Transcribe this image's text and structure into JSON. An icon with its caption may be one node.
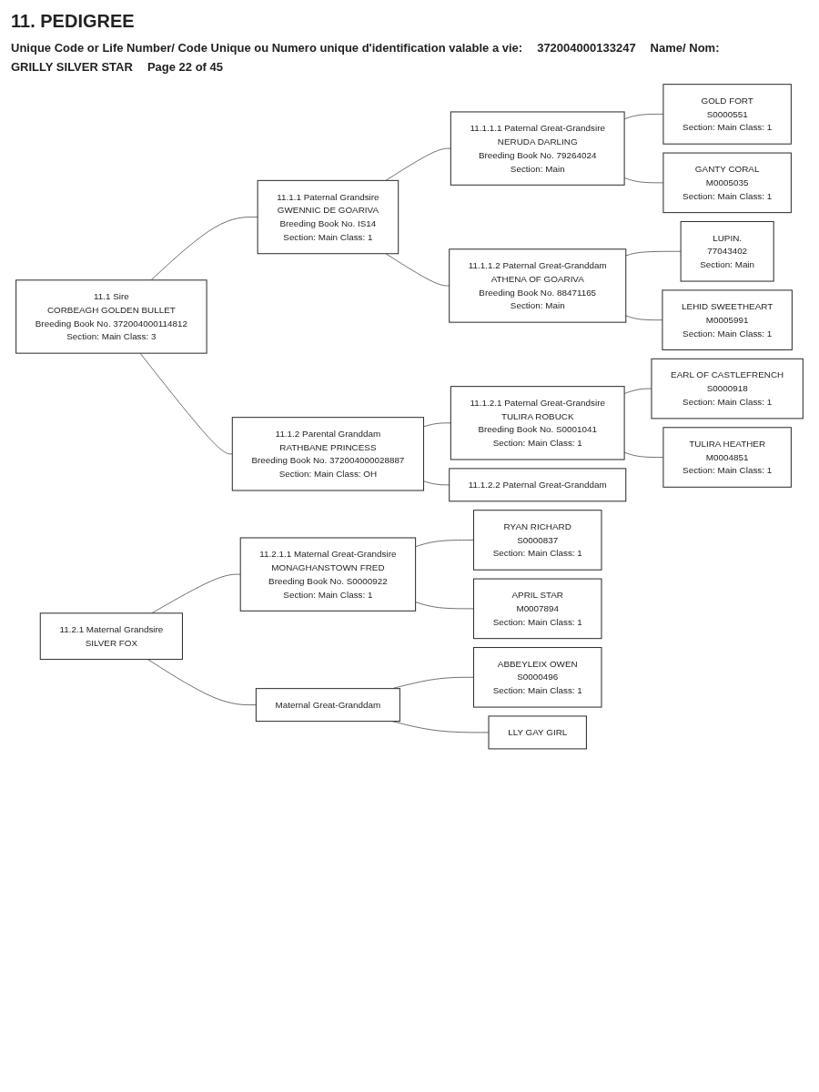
{
  "diagram": {
    "title": "11. PEDIGREE",
    "nodes": [
      {
        "text": [
          "11.1 Sire",
          "CORBEAGH GOLDEN BULLET",
          "Breeding Book No. 372004000114812",
          "Section: Main Class: 3"
        ]
      },
      {
        "text": [
          "11.1.1 Paternal Grandsire",
          "GWENNIC DE GOARIVA",
          "Breeding Book No. IS14",
          "Section: Main Class: 1"
        ]
      },
      {
        "text": [
          "11.1.2 Parental Granddam",
          "RATHBANE PRINCESS",
          "Breeding Book No. 372004000028887",
          "Section: Main Class: OH"
        ]
      },
      {
        "text": [
          "11.1.1.1 Paternal Great-Grandsire",
          "NERUDA DARLING",
          "Breeding Book No. 79264024",
          "Section: Main"
        ]
      },
      {
        "text": [
          "11.1.1.2 Paternal Great-Granddam",
          "ATHENA OF GOARIVA",
          "Breeding Book No. 88471165",
          "Section: Main"
        ]
      },
      {
        "text": [
          "11.1.2.1 Paternal Great-Grandsire",
          "TULIRA ROBUCK",
          "Breeding Book No. S0001041",
          "Section: Main Class: 1"
        ]
      },
      {
        "text": [
          "11.1.2.2 Paternal Great-Granddam"
        ]
      },
      {
        "text": [
          "GOLD FORT",
          "S0000551",
          "Section: Main Class: 1"
        ]
      },
      {
        "text": [
          "GANTY CORAL",
          "M0005035",
          "Section: Main Class: 1"
        ]
      },
      {
        "text": [
          "LUPIN.",
          "77043402",
          "Section: Main"
        ]
      },
      {
        "text": [
          "LEHID SWEETHEART",
          "M0005991",
          "Section: Main Class: 1"
        ]
      },
      {
        "text": [
          "EARL OF CASTLEFRENCH",
          "S0000918",
          "Section: Main Class: 1"
        ]
      },
      {
        "text": [
          "TULIRA HEATHER",
          "M0004851",
          "Section: Main Class: 1"
        ]
      },
      {
        "text": [
          "11.2.1 Maternal Grandsire",
          "SILVER FOX"
        ]
      },
      {
        "text": [
          "11.2.1.1 Maternal Great-Grandsire",
          "MONAGHANSTOWN FRED",
          "Breeding Book No. S0000922",
          "Section: Main Class: 1"
        ]
      },
      {
        "text": [
          "Maternal Great-Granddam"
        ]
      },
      {
        "text": [
          "RYAN RICHARD",
          "S0000837",
          "Section: Main Class: 1"
        ]
      },
      {
        "text": [
          "APRIL STAR",
          "M0007894",
          "Section: Main Class: 1"
        ]
      },
      {
        "text": [
          "ABBEYLEIX OWEN",
          "S0000496",
          "Section: Main Class: 1"
        ]
      },
      {
        "text": [
          "LLY GAY GIRL"
        ]
      }
    ],
    "edges": [
      {
        "from": 0,
        "to": 1,
        "arrow": "none"
      },
      {
        "from": 0,
        "to": 2,
        "arrow": "none"
      },
      {
        "from": 1,
        "to": 3,
        "arrow": "none"
      },
      {
        "from": 1,
        "to": 4,
        "arrow": "none"
      },
      {
        "from": 2,
        "to": 5,
        "arrow": "none"
      },
      {
        "from": 2,
        "to": 6,
        "arrow": "none"
      },
      {
        "from": 3,
        "to": 7,
        "arrow": "none"
      },
      {
        "from": 3,
        "to": 8,
        "arrow": "none"
      },
      {
        "from": 4,
        "to": 9,
        "arrow": "none"
      },
      {
        "from": 4,
        "to": 10,
        "arrow": "none"
      },
      {
        "from": 5,
        "to": 11,
        "arrow": "none"
      },
      {
        "from": 5,
        "to": 12,
        "arrow": "none"
      },
      {
        "from": 13,
        "to": 14,
        "arrow": "none"
      },
      {
        "from": 13,
        "to": 15,
        "arrow": "none"
      },
      {
        "from": 14,
        "to": 16,
        "arrow": "none"
      },
      {
        "from": 14,
        "to": 17,
        "arrow": "none"
      },
      {
        "from": 15,
        "to": 18,
        "arrow": "none"
      },
      {
        "from": 15,
        "to": 19,
        "arrow": "none"
      }
    ],
    "labels": [
      "Unique Code or Life Number/ Code Unique ou Numero unique d'identification valable a vie:",
      "372004000133247",
      "Name/ Nom:",
      "GRILLY SILVER STAR",
      "Page 22 of 45"
    ]
  }
}
